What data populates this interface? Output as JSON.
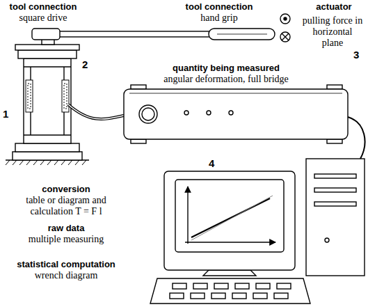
{
  "diagram": {
    "labels": [
      "tool connection",
      "square drive",
      "tool connection",
      "hand grip",
      "actuator",
      "pulling force in horizontal plane",
      "2",
      "quantity being measured",
      "angular deformation, full bridge",
      "3",
      "1",
      "conversion",
      "table or diagram and calculation T = F l",
      "raw data",
      "multiple measuring",
      "statistical computation",
      "wrench diagram",
      "4"
    ]
  }
}
